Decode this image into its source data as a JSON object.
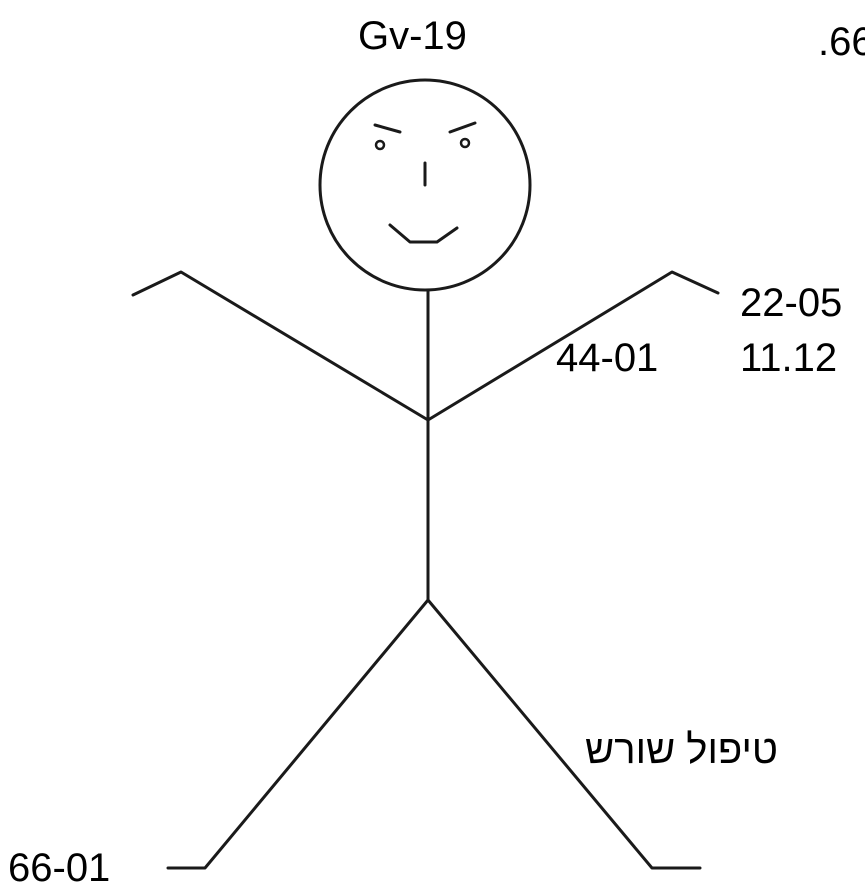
{
  "labels": {
    "top": "Gv-19",
    "corner": ".66",
    "right_a": "22-05",
    "right_b": "11.12",
    "mid": "44-01",
    "hebrew": "טיפול שורש",
    "bottom": "66-01"
  },
  "colors": {
    "stroke": "#1a1a1a",
    "background": "#ffffff"
  }
}
